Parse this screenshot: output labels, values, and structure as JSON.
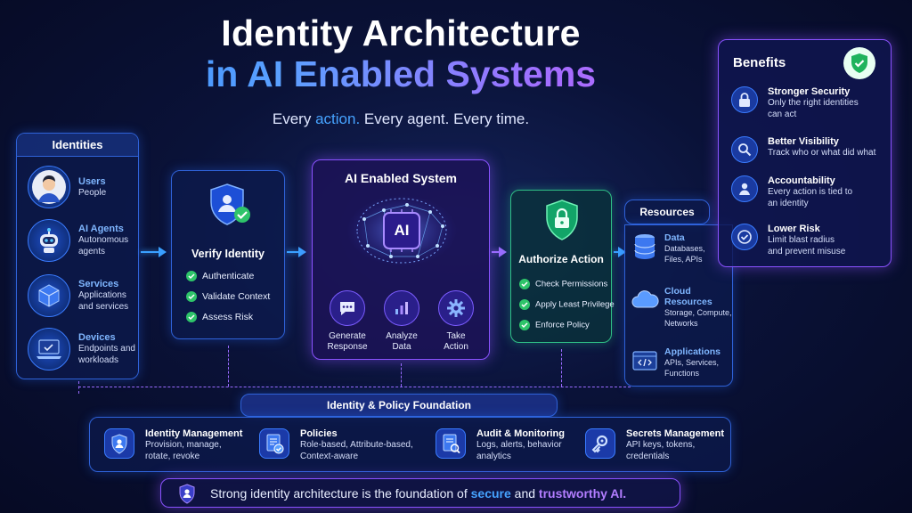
{
  "title": {
    "line1": "Identity Architecture",
    "line2": "in AI Enabled Systems"
  },
  "tagline": {
    "part1": "Every",
    "action_word": "action.",
    "part2": "Every agent.",
    "part3": "Every time."
  },
  "identities": {
    "header": "Identities",
    "items": [
      {
        "name": "Users",
        "desc": "People",
        "icon": "user-avatar-icon"
      },
      {
        "name": "AI Agents",
        "desc": "Autonomous agents",
        "icon": "robot-icon"
      },
      {
        "name": "Services",
        "desc": "Applications and services",
        "icon": "cube-icon"
      },
      {
        "name": "Devices",
        "desc": "Endpoints and workloads",
        "icon": "laptop-icon"
      }
    ]
  },
  "verify": {
    "title": "Verify Identity",
    "checks": [
      "Authenticate",
      "Validate Context",
      "Assess Risk"
    ]
  },
  "ai_system": {
    "title": "AI Enabled System",
    "chip": "AI",
    "actions": [
      {
        "line1": "Generate",
        "line2": "Response",
        "icon": "chat-icon"
      },
      {
        "line1": "Analyze",
        "line2": "Data",
        "icon": "bar-chart-icon"
      },
      {
        "line1": "Take",
        "line2": "Action",
        "icon": "gear-icon"
      }
    ]
  },
  "authorize": {
    "title": "Authorize Action",
    "checks": [
      "Check Permissions",
      "Apply Least Privilege",
      "Enforce Policy"
    ]
  },
  "resources": {
    "header": "Resources",
    "items": [
      {
        "name": "Data",
        "desc1": "Databases,",
        "desc2": "Files, APIs",
        "icon": "database-icon"
      },
      {
        "name": "Cloud",
        "name2": "Resources",
        "desc1": "Storage, Compute,",
        "desc2": "Networks",
        "icon": "cloud-icon"
      },
      {
        "name": "Applications",
        "desc1": "APIs, Services,",
        "desc2": "Functions",
        "icon": "code-window-icon"
      }
    ]
  },
  "benefits": {
    "header": "Benefits",
    "items": [
      {
        "title": "Stronger Security",
        "desc1": "Only the right identities",
        "desc2": "can act",
        "icon": "lock-icon"
      },
      {
        "title": "Better Visibility",
        "desc1": "Track who or what did what",
        "desc2": "",
        "icon": "magnifier-icon"
      },
      {
        "title": "Accountability",
        "desc1": "Every action is tied to",
        "desc2": "an identity",
        "icon": "person-icon"
      },
      {
        "title": "Lower Risk",
        "desc1": "Limit blast radius",
        "desc2": "and prevent misuse",
        "icon": "check-circle-icon"
      }
    ]
  },
  "foundation": {
    "header": "Identity & Policy Foundation",
    "items": [
      {
        "title": "Identity Management",
        "desc1": "Provision, manage,",
        "desc2": "rotate, revoke",
        "icon": "shield-person-icon"
      },
      {
        "title": "Policies",
        "desc1": "Role-based, Attribute-based,",
        "desc2": "Context-aware",
        "icon": "document-check-icon"
      },
      {
        "title": "Audit & Monitoring",
        "desc1": "Logs, alerts, behavior",
        "desc2": "analytics",
        "icon": "report-icon"
      },
      {
        "title": "Secrets Management",
        "desc1": "API keys, tokens,",
        "desc2": "credentials",
        "icon": "key-icon"
      }
    ]
  },
  "footer": {
    "part1": "Strong identity architecture is the foundation of",
    "secure": "secure",
    "and": "and",
    "trustworthy": "trustworthy AI."
  },
  "colors": {
    "blue_accent": "#3aa0ff",
    "purple_accent": "#8a52ff",
    "green_accent": "#2fbf86",
    "check_green": "#2ec46a"
  }
}
